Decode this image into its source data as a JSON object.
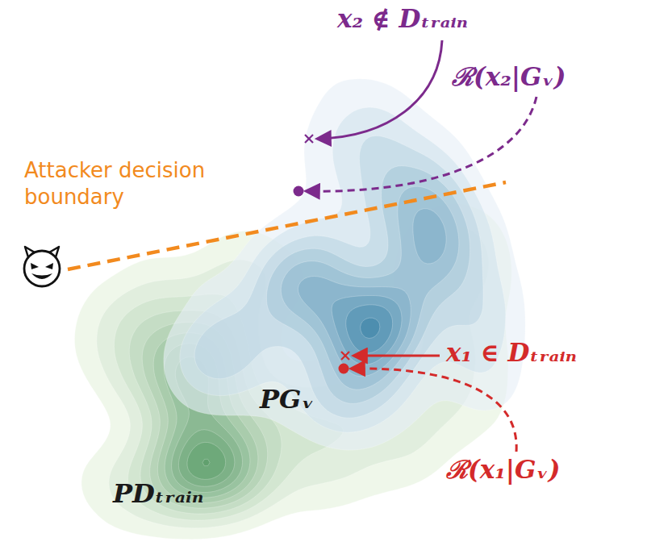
{
  "diagram": {
    "nodes": [
      {
        "text": [
          "PDₜᵣₐᵢₙ"
        ]
      },
      {
        "text": [
          "PGᵥ"
        ]
      }
    ],
    "labels": [
      "x₂ ∉ Dₜᵣₐᵢₙ",
      "ℛ(x₂|Gᵥ)",
      "Attacker decision boundary",
      "x₁ ∈ Dₜᵣₐᵢₙ",
      "ℛ(x₁|Gᵥ)"
    ]
  }
}
